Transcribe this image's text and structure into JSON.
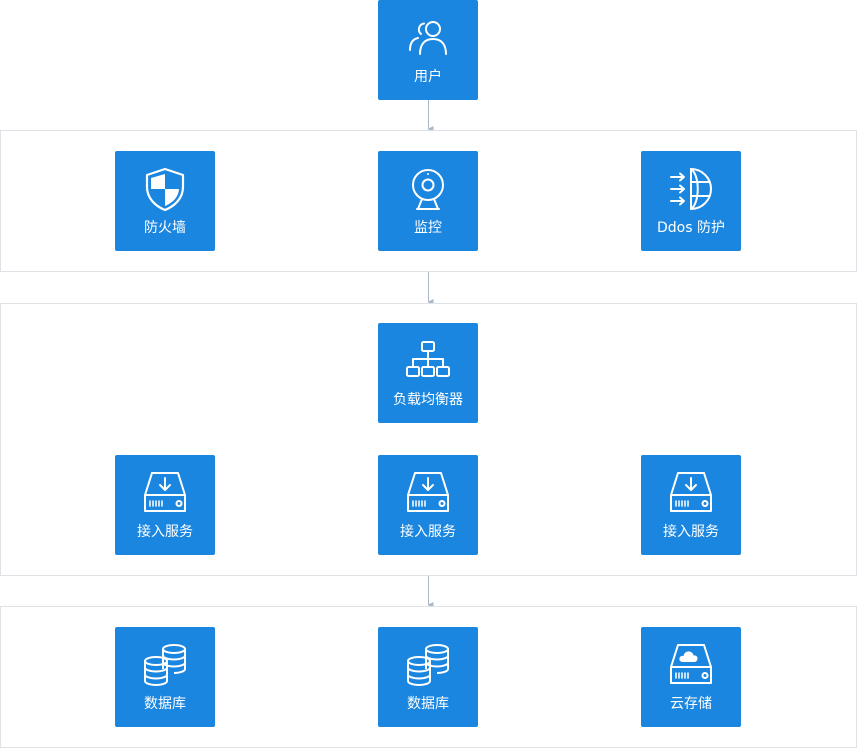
{
  "nodes": {
    "user": {
      "label": "用户",
      "icon": "users-icon"
    },
    "firewall": {
      "label": "防火墙",
      "icon": "shield-icon"
    },
    "monitor": {
      "label": "监控",
      "icon": "webcam-icon"
    },
    "ddos": {
      "label": "Ddos 防护",
      "icon": "globe-arrows-icon"
    },
    "load_balancer": {
      "label": "负载均衡器",
      "icon": "sitemap-icon"
    },
    "access_services": [
      {
        "label": "接入服务",
        "icon": "download-drive-icon"
      },
      {
        "label": "接入服务",
        "icon": "download-drive-icon"
      },
      {
        "label": "接入服务",
        "icon": "download-drive-icon"
      }
    ],
    "database_1": {
      "label": "数据库",
      "icon": "database-icon"
    },
    "database_2": {
      "label": "数据库",
      "icon": "database-icon"
    },
    "cloud_storage": {
      "label": "云存储",
      "icon": "cloud-drive-icon"
    }
  },
  "colors": {
    "node_bg": "#1a86e0",
    "node_text": "#ffffff",
    "panel_border": "#dfe3e8",
    "connector": "#a9b7c6"
  }
}
